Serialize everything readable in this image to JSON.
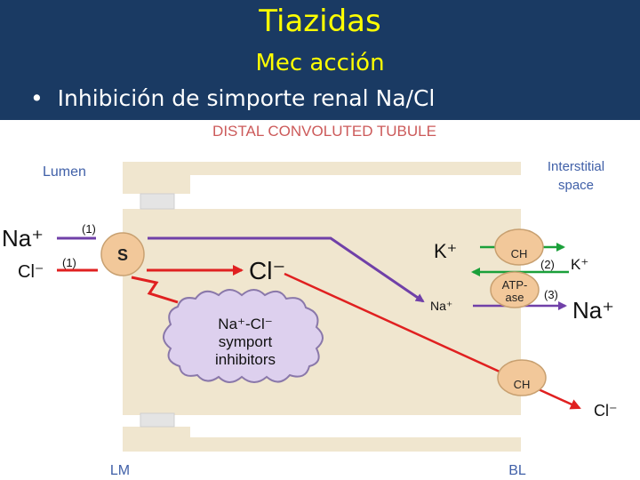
{
  "slide": {
    "title": "Tiazidas",
    "subtitle": "Mec acción",
    "bullet": "Inhibición de simporte renal Na/Cl"
  },
  "diagram": {
    "heading": "DISTAL CONVOLUTED TUBULE",
    "lumen": "Lumen",
    "interstitial_line1": "Interstitial",
    "interstitial_line2": "space",
    "na_left": "Na⁺",
    "cl_left": "Cl⁻",
    "step1_na": "(1)",
    "step1_cl": "(1)",
    "symporter": "S",
    "cl_center": "Cl⁻",
    "k_in": "K⁺",
    "na_in": "Na⁺",
    "ch_top": "CH",
    "step2": "(2)",
    "k_out": "K⁺",
    "atpase_line1": "ATP-",
    "atpase_line2": "ase",
    "step3": "(3)",
    "na_out": "Na⁺",
    "ch_bottom": "CH",
    "cl_out": "Cl⁻",
    "inhibitor_line1": "Na⁺-Cl⁻",
    "inhibitor_line2": "symport",
    "inhibitor_line3": "inhibitors",
    "lm": "LM",
    "bl": "BL",
    "colors": {
      "header_bg": "#1a3a63",
      "title": "#ffff00",
      "cell": "#f0e6cf",
      "cell_border": "#d6c8a6",
      "heading_text": "#cc5a5a",
      "label_text": "#4060a8",
      "na_arrow": "#7040a8",
      "cl_arrow": "#e02020",
      "k_arrow": "#1aa03a",
      "channel": "#f2c89a",
      "cloud": "#ddd0ee"
    }
  }
}
